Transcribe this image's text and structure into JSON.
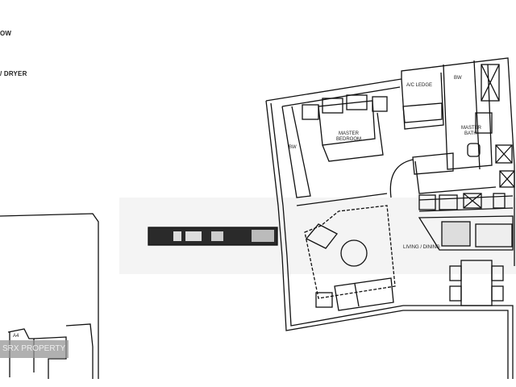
{
  "legend": {
    "line1": "OW",
    "line2": "/ DRYER"
  },
  "rooms": {
    "ac_ledge": "A/C LEDGE",
    "bw_top": "BW",
    "bw_left": "BW",
    "master_bedroom_1": "MASTER",
    "master_bedroom_2": "BEDROOM",
    "master_bath_1": "MASTER",
    "master_bath_2": "BATH",
    "living_dining": "LIVING / DINING"
  },
  "keyplan": {
    "unit_label": "A4"
  },
  "watermark": "SRX PROPERTY"
}
